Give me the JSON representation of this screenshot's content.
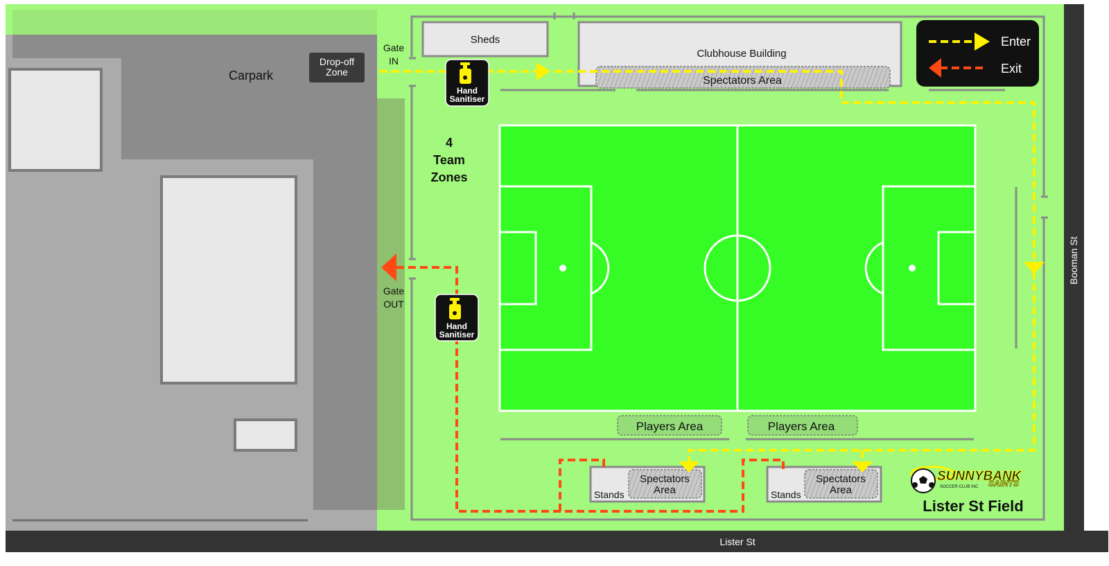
{
  "map": {
    "title": "Lister St Field",
    "streets": {
      "bottom": "Lister St",
      "right": "Booman St"
    },
    "carpark": {
      "label": "Carpark"
    },
    "dropoff": {
      "line1": "Drop-off",
      "line2": "Zone"
    },
    "gate_in": {
      "line1": "Gate",
      "line2": "IN"
    },
    "gate_out": {
      "line1": "Gate",
      "line2": "OUT"
    },
    "sheds": "Sheds",
    "clubhouse": "Clubhouse Building",
    "spectators_top": "Spectators Area",
    "team_zones": {
      "line1": "4",
      "line2": "Team",
      "line3": "Zones"
    },
    "players_areas": [
      "Players Area",
      "Players Area"
    ],
    "stands": [
      {
        "label": "Stands",
        "spectators_line1": "Spectators",
        "spectators_line2": "Area"
      },
      {
        "label": "Stands",
        "spectators_line1": "Spectators",
        "spectators_line2": "Area"
      }
    ],
    "sanitiser": [
      {
        "line1": "Hand",
        "line2": "Sanitiser",
        "icon": "hand-sanitiser-icon"
      },
      {
        "line1": "Hand",
        "line2": "Sanitiser",
        "icon": "hand-sanitiser-icon"
      }
    ],
    "legend": {
      "enter": "Enter",
      "exit": "Exit"
    },
    "logo": {
      "text": "SUNNYBANK",
      "sub": "SAINTS",
      "tagline": "SOCCER CLUB INC"
    }
  },
  "colors": {
    "grass": "#a2f97d",
    "pitch": "#34fc24",
    "enter_arrow": "#fff200",
    "exit_arrow": "#ff4a14",
    "road": "#333333",
    "carpark_dark": "#8c8c8c",
    "carpark_light": "#ababab",
    "building": "#e8e8e8"
  }
}
